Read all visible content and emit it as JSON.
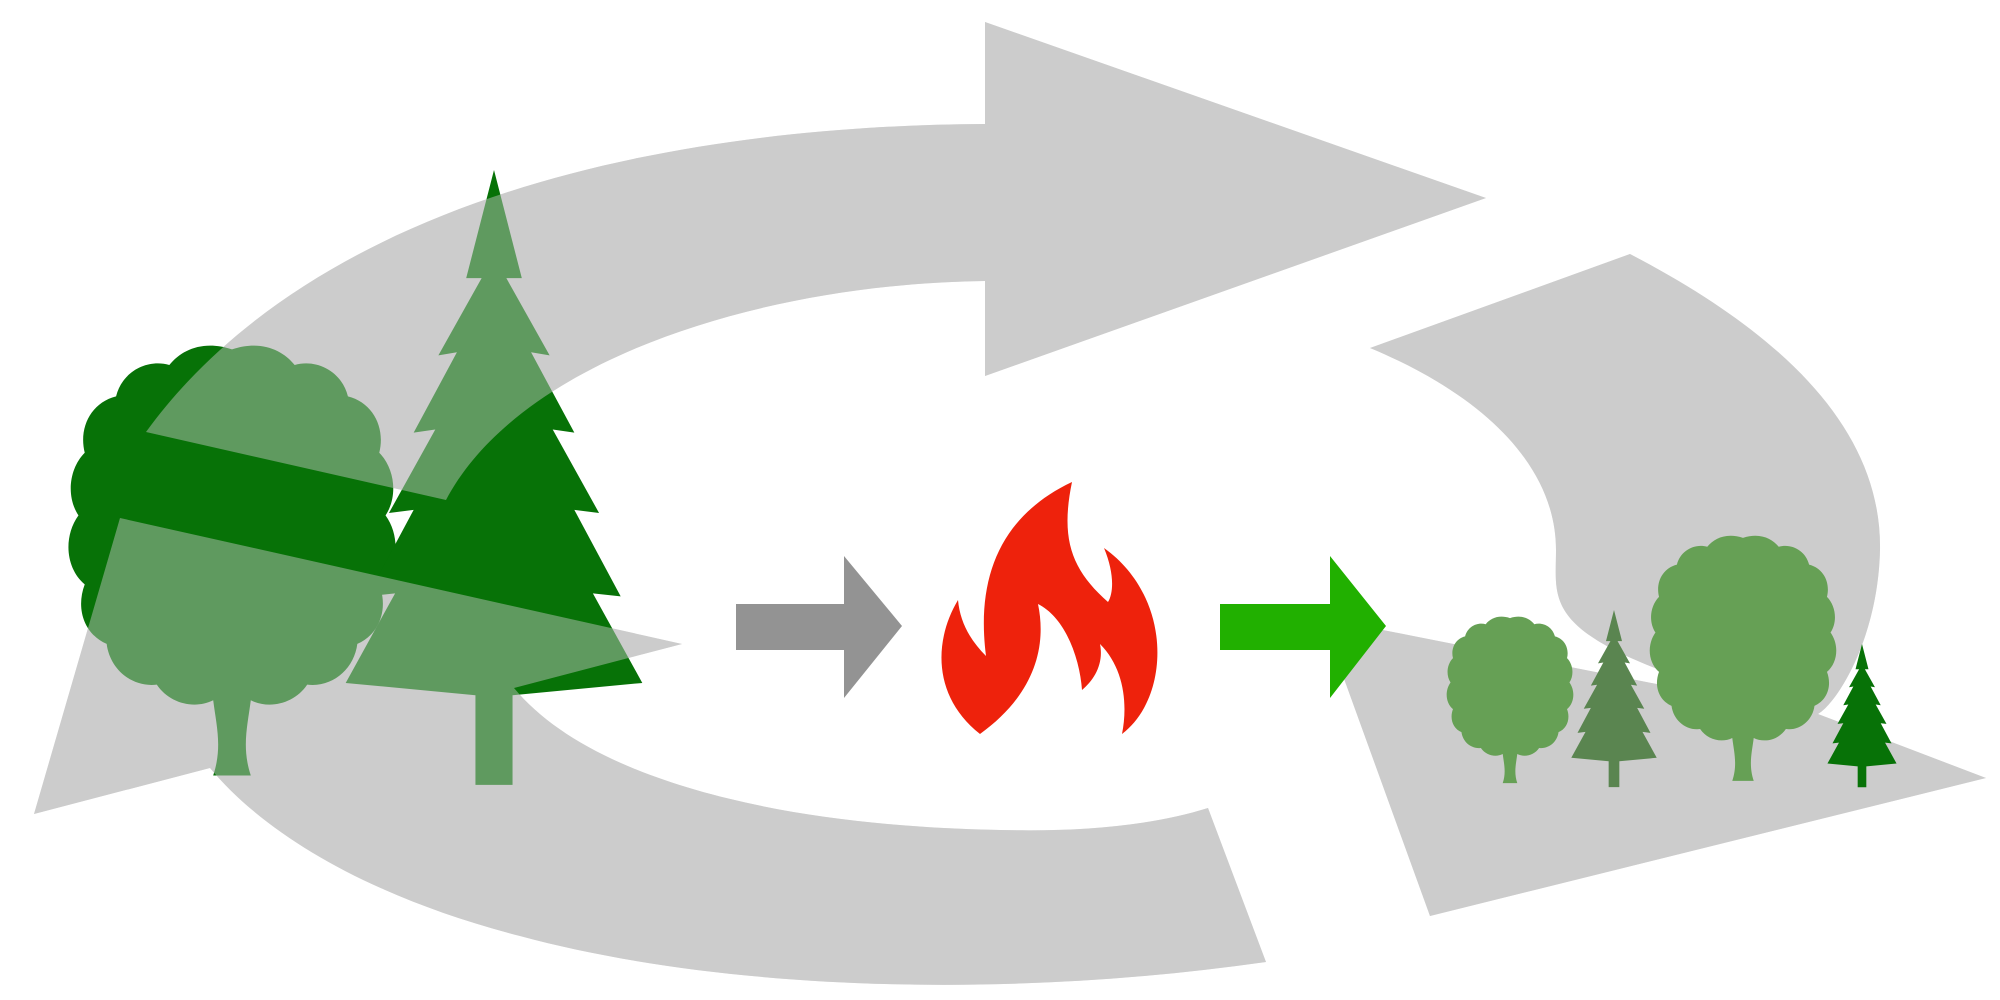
{
  "diagram": {
    "stages": [
      {
        "id": "mature-forest",
        "trees": [
          "broadleaf",
          "conifer"
        ]
      },
      {
        "id": "wildfire"
      },
      {
        "id": "regrowth",
        "trees": [
          "broadleaf",
          "conifer",
          "broadleaf",
          "conifer"
        ]
      }
    ],
    "connectors": [
      "gray-arrow",
      "green-arrow"
    ],
    "cycle": "cyclic-arrows"
  },
  "colors": {
    "background": "#ffffff",
    "cycle_arrow": "#cccccc",
    "tree_dark": "#077207",
    "tree_bright": "#21b000",
    "tree_muted": "#5a8550",
    "tree_light": "#66a055",
    "fire": "#ee220c",
    "arrow_gray": "#939393",
    "arrow_green": "#21b000"
  },
  "icons": [
    "broadleaf-tree-icon",
    "conifer-tree-icon",
    "fire-icon"
  ]
}
